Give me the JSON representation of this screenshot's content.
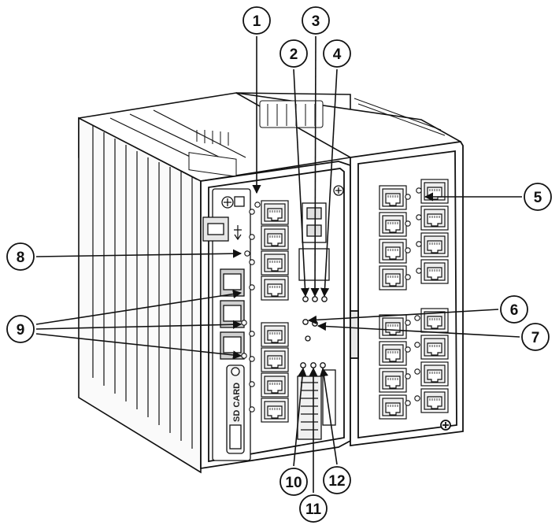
{
  "figure": {
    "description_labels": {
      "sd_card_slot_label": "SD CARD"
    },
    "callouts": [
      {
        "number": "1"
      },
      {
        "number": "2"
      },
      {
        "number": "3"
      },
      {
        "number": "4"
      },
      {
        "number": "5"
      },
      {
        "number": "6"
      },
      {
        "number": "7"
      },
      {
        "number": "8"
      },
      {
        "number": "9"
      },
      {
        "number": "10"
      },
      {
        "number": "11"
      },
      {
        "number": "12"
      }
    ]
  },
  "colors": {
    "line": "#111111",
    "body_fill": "#ffffff",
    "shade": "#d9d9d9",
    "dark": "#333333"
  }
}
